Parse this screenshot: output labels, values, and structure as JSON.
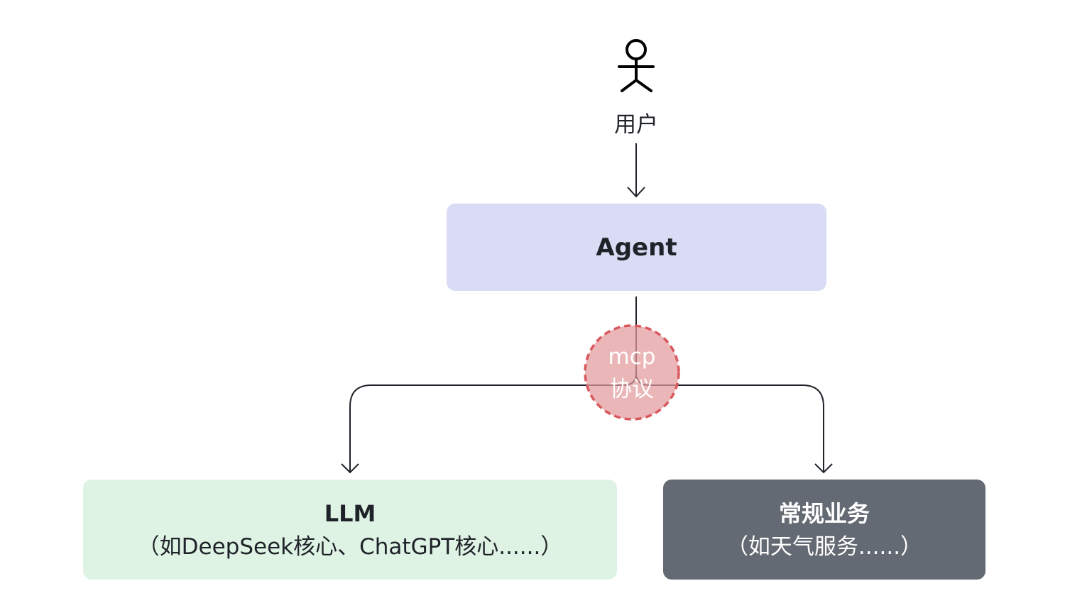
{
  "user": {
    "icon": "person-icon",
    "label": "用户"
  },
  "agent": {
    "label": "Agent"
  },
  "protocol": {
    "line1": "mcp",
    "line2": "协议"
  },
  "llm": {
    "title": "LLM",
    "subtitle": "（如DeepSeek核心、ChatGPT核心......）"
  },
  "service": {
    "title": "常规业务",
    "subtitle": "（如天气服务......）"
  },
  "colors": {
    "agent_fill": "#d9dcf4",
    "llm_fill": "#dff3e5",
    "service_fill": "#646a73",
    "protocol_fill": "#e8aeb0",
    "protocol_stroke": "#d9585e",
    "line": "#1f2329"
  }
}
